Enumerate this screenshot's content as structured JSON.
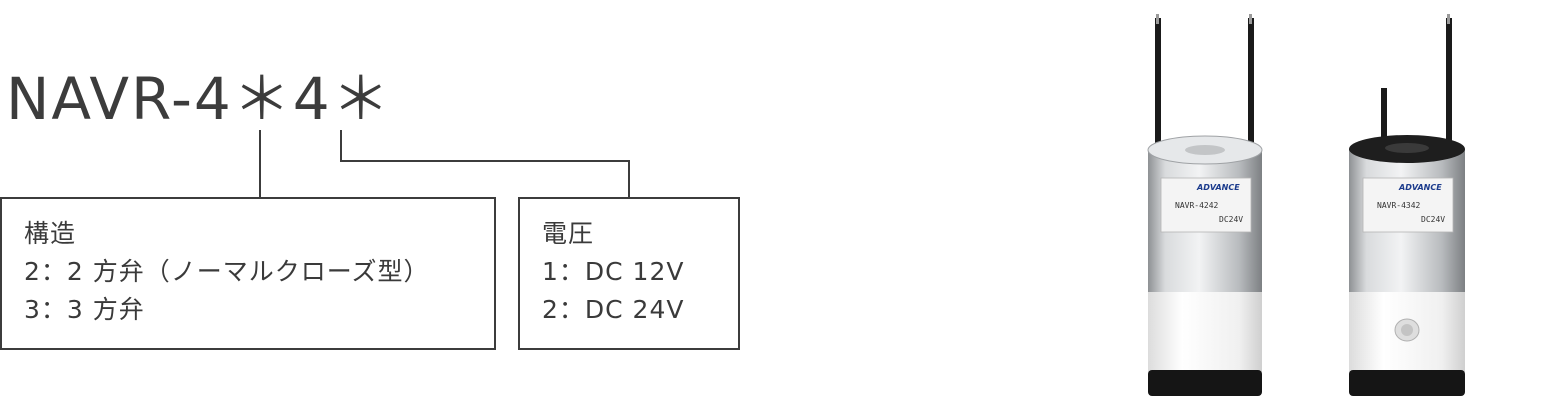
{
  "model_code": "NAVR-4＊4＊",
  "structure": {
    "heading": "構造",
    "option_2": "2：2 方弁（ノーマルクローズ型）",
    "option_3": "3：3 方弁"
  },
  "voltage": {
    "heading": "電圧",
    "option_1": "1：DC 12V",
    "option_2": "2：DC 24V"
  },
  "product_labels": {
    "brand": "ADVANCE",
    "left_model": "NAVR-4242",
    "right_model": "NAVR-4342",
    "left_voltage": "DC24V",
    "right_voltage": "DC24V"
  },
  "colors": {
    "line": "#3c3c3c",
    "text": "#3a3a3a",
    "metal": "#c9cbcd",
    "body_white": "#f4f4f4",
    "base_black": "#151515"
  }
}
